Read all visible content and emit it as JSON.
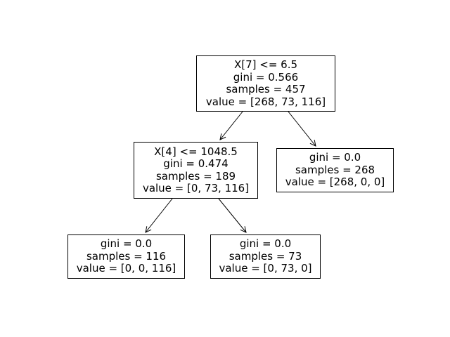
{
  "tree": {
    "nodes": [
      {
        "id": "n0",
        "lines": [
          "X[7] <= 6.5",
          "gini = 0.566",
          "samples = 457",
          "value = [268, 73, 116]"
        ]
      },
      {
        "id": "n1",
        "lines": [
          "X[4] <= 1048.5",
          "gini = 0.474",
          "samples = 189",
          "value = [0, 73, 116]"
        ]
      },
      {
        "id": "n2",
        "lines": [
          "gini = 0.0",
          "samples = 268",
          "value = [268, 0, 0]"
        ]
      },
      {
        "id": "n3",
        "lines": [
          "gini = 0.0",
          "samples = 116",
          "value = [0, 0, 116]"
        ]
      },
      {
        "id": "n4",
        "lines": [
          "gini = 0.0",
          "samples = 73",
          "value = [0, 73, 0]"
        ]
      }
    ],
    "edges": [
      {
        "from": "n0",
        "to": "n1"
      },
      {
        "from": "n0",
        "to": "n2"
      },
      {
        "from": "n1",
        "to": "n3"
      },
      {
        "from": "n1",
        "to": "n4"
      }
    ],
    "colors": {
      "border": "#000000",
      "text": "#000000",
      "edge": "#000000",
      "background": "#ffffff"
    }
  }
}
